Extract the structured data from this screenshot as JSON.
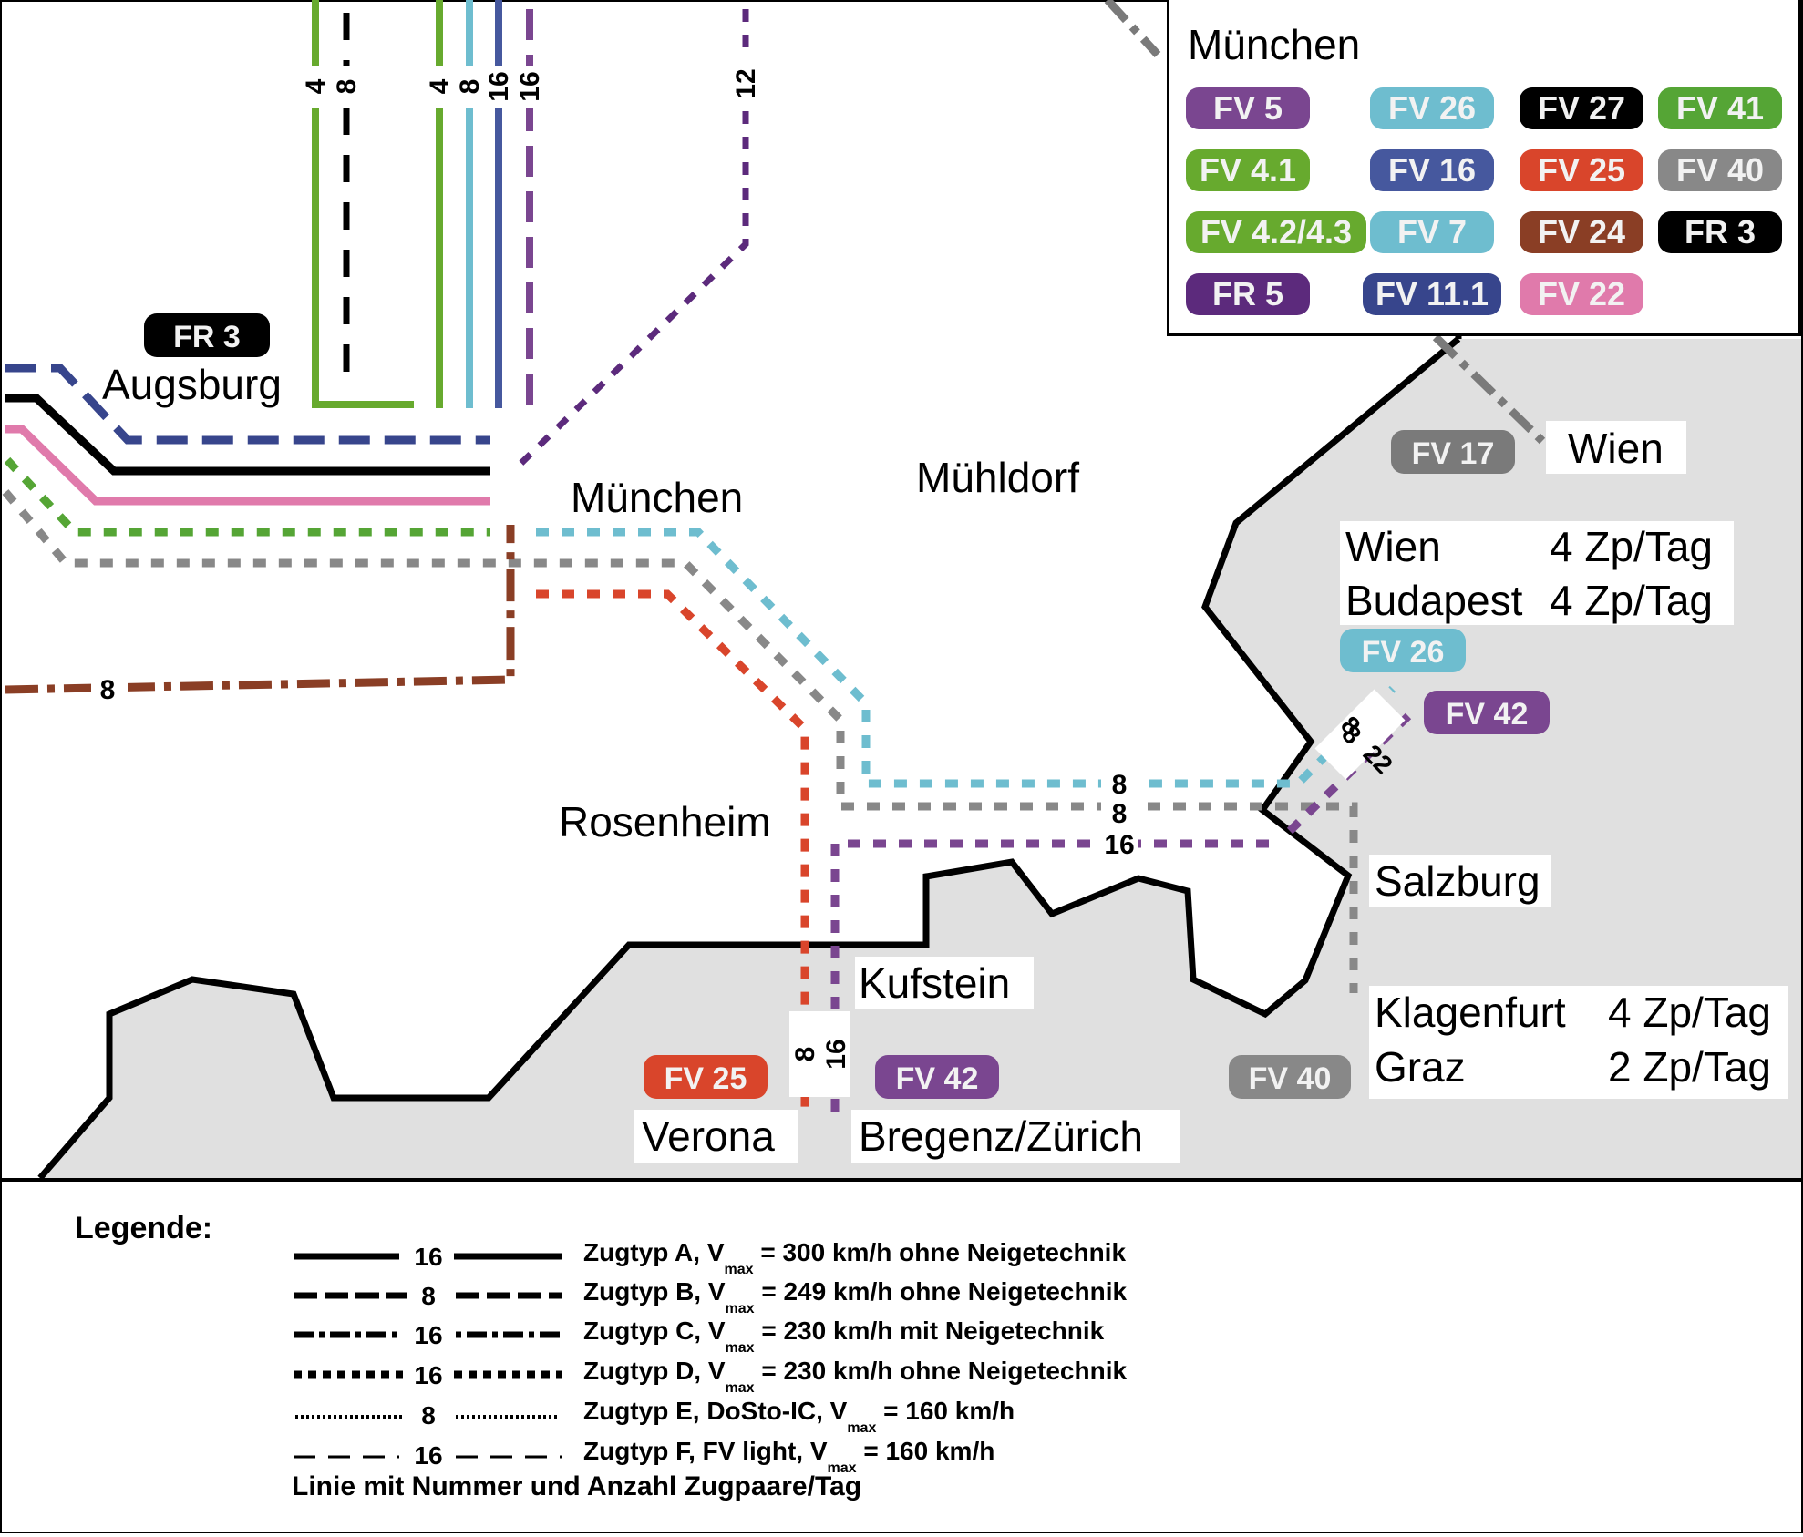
{
  "colors": {
    "fv5": "#7a4690",
    "fv26": "#6ebdcf",
    "fv27": "#000000",
    "fv41": "#55a535",
    "fv4_1": "#67aa2e",
    "fv16": "#46589e",
    "fv25": "#d9452b",
    "fv40": "#888888",
    "fv4_2": "#67aa2e",
    "fv7": "#6ebdcf",
    "fv24": "#8a3e25",
    "fr3": "#000000",
    "fr5": "#5c2a7c",
    "fv11_1": "#37458c",
    "fv22": "#e07aab",
    "fv17": "#7a7a7a",
    "fv42": "#7a4690",
    "border": "#000000",
    "foreign_area": "#e0e0e0"
  },
  "legend_box": {
    "title": "München",
    "chips": [
      {
        "label": "FV 5",
        "color": "#7a4690"
      },
      {
        "label": "FV 26",
        "color": "#6ebdcf"
      },
      {
        "label": "FV 27",
        "color": "#000000"
      },
      {
        "label": "FV 41",
        "color": "#55a535"
      },
      {
        "label": "FV 4.1",
        "color": "#67aa2e"
      },
      {
        "label": "FV 16",
        "color": "#46589e"
      },
      {
        "label": "FV 25",
        "color": "#d9452b"
      },
      {
        "label": "FV 40",
        "color": "#888888"
      },
      {
        "label": "FV 4.2/4.3",
        "color": "#67aa2e"
      },
      {
        "label": "FV 7",
        "color": "#6ebdcf"
      },
      {
        "label": "FV 24",
        "color": "#8a3e25"
      },
      {
        "label": "FR 3",
        "color": "#000000"
      },
      {
        "label": "FR 5",
        "color": "#5c2a7c"
      },
      {
        "label": "FV 11.1",
        "color": "#37458c"
      },
      {
        "label": "FV 22",
        "color": "#e07aab"
      }
    ]
  },
  "map": {
    "places": {
      "augsburg": "Augsburg",
      "muenchen": "München",
      "muehldorf": "Mühldorf",
      "rosenheim": "Rosenheim",
      "kufstein": "Kufstein",
      "salzburg": "Salzburg",
      "wien": "Wien",
      "verona": "Verona",
      "bregenz": "Bregenz/Zürich"
    },
    "badges": {
      "fr3": "FR 3",
      "fv17": "FV 17",
      "fv26": "FV 26",
      "fv42_east": "FV 42",
      "fv25": "FV 25",
      "fv42_south": "FV 42",
      "fv40": "FV 40"
    },
    "info_wien": {
      "rows": [
        {
          "dest": "Wien",
          "freq": "4 Zp/Tag"
        },
        {
          "dest": "Budapest",
          "freq": "4 Zp/Tag"
        }
      ]
    },
    "info_klagenfurt": {
      "rows": [
        {
          "dest": "Klagenfurt",
          "freq": "4 Zp/Tag"
        },
        {
          "dest": "Graz",
          "freq": "2 Zp/Tag"
        }
      ]
    },
    "counts": {
      "north_a": "4",
      "north_b": "8",
      "north_c": "4",
      "north_d": "8",
      "north_e": "16",
      "north_f": "16",
      "north_g": "12",
      "west_brown": "8",
      "east_blue": "8",
      "east_gray": "8",
      "east_purple": "16",
      "diag_blue": "8",
      "diag_purple": "22",
      "south_red": "8",
      "south_purple": "16"
    }
  },
  "bottom_legend": {
    "title": "Legende:",
    "rows": [
      {
        "count": "16",
        "pre": "Zugtyp A, V",
        "sub": "max",
        "post": " = 300 km/h ohne Neigetechnik"
      },
      {
        "count": "8",
        "pre": "Zugtyp B, V",
        "sub": "max",
        "post": " = 249 km/h ohne Neigetechnik"
      },
      {
        "count": "16",
        "pre": "Zugtyp C, V",
        "sub": "max",
        "post": " = 230 km/h mit Neigetechnik"
      },
      {
        "count": "16",
        "pre": "Zugtyp D, V",
        "sub": "max",
        "post": " = 230 km/h ohne Neigetechnik"
      },
      {
        "count": "8",
        "pre": "Zugtyp E, DoSto-IC, V",
        "sub": "max",
        "post": " = 160 km/h"
      },
      {
        "count": "16",
        "pre": "Zugtyp F, FV light, V",
        "sub": "max",
        "post": " = 160 km/h"
      }
    ],
    "footer": "Linie mit Nummer und Anzahl Zugpaare/Tag"
  }
}
